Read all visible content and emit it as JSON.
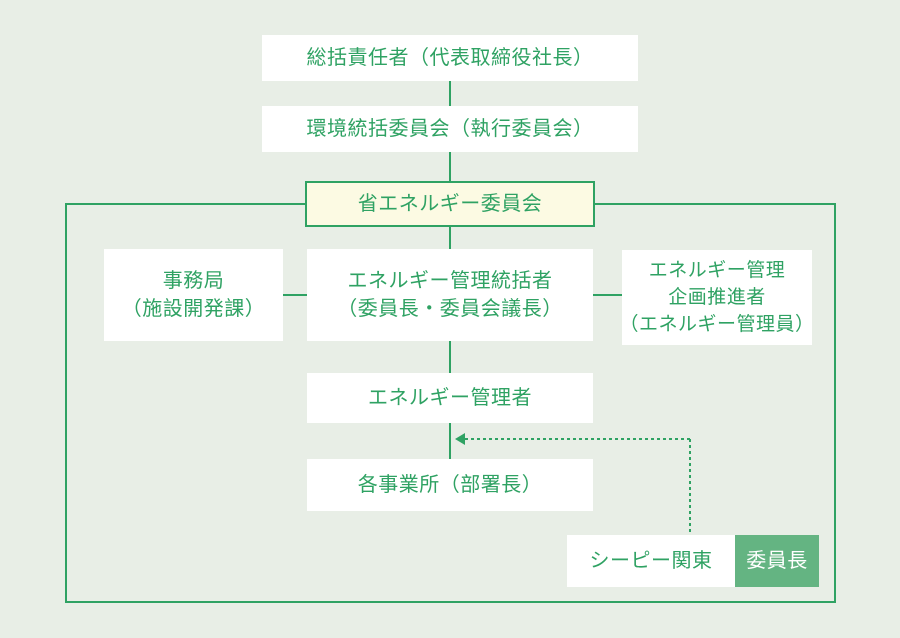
{
  "colors": {
    "background": "#e8eee6",
    "green_text_lines": "#2fa263",
    "node_background": "#ffffff",
    "highlight_background": "#fcfae3",
    "legend_fill_green": "#64b482",
    "legend_text_white": "#ffffff"
  },
  "nodes": {
    "general_manager": {
      "label": "総括責任者（代表取締役社長）"
    },
    "env_committee": {
      "label": "環境統括委員会（執行委員会）"
    },
    "energy_saving_committee": {
      "label": "省エネルギー委員会"
    },
    "secretariat": {
      "lines": [
        "事務局",
        "（施設開発課）"
      ]
    },
    "energy_management_supervisor": {
      "lines": [
        "エネルギー管理統括者",
        "（委員長・委員会議長）"
      ]
    },
    "energy_planning_promoter": {
      "lines": [
        "エネルギー管理",
        "企画推進者",
        "（エネルギー管理員）"
      ]
    },
    "energy_manager": {
      "label": "エネルギー管理者"
    },
    "business_sites": {
      "label": "各事業所（部署長）"
    }
  },
  "legend": {
    "company": "シーピー関東",
    "role": "委員長"
  }
}
